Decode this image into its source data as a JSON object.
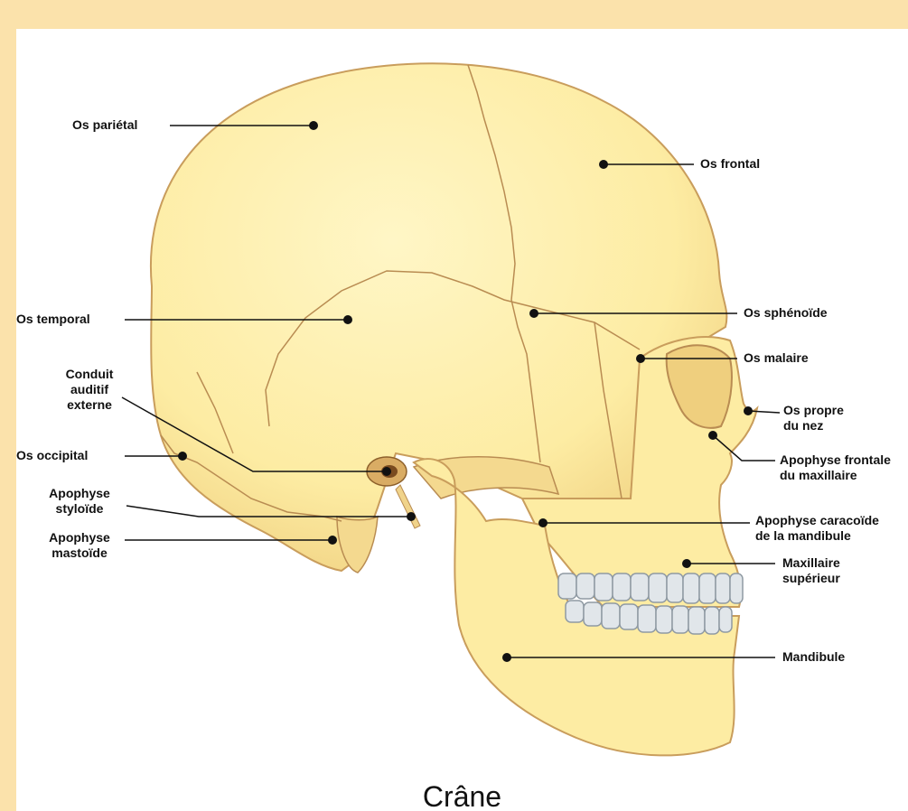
{
  "title": "Crâne",
  "labels": {
    "parietal": "Os pariétal",
    "frontal": "Os frontal",
    "temporal": "Os temporal",
    "sphenoide": "Os sphénoïde",
    "malaire": "Os malaire",
    "conduit": "Conduit\nauditif\nexterne",
    "propre_nez": "Os propre\ndu nez",
    "occipital": "Os occipital",
    "apophyse_frontale": "Apophyse frontale\ndu maxillaire",
    "styloide": "Apophyse\nstyloïde",
    "coronoide": "Apophyse caracoïde\nde la mandibule",
    "mastoide": "Apophyse\nmastoïde",
    "maxillaire": "Maxillaire\nsupérieur",
    "mandibule": "Mandibule"
  },
  "colors": {
    "page_background": "#fbe2ab",
    "panel_background": "#ffffff",
    "bone": "#fdeea6",
    "bone_shade": "#efcf7e",
    "suture": "#b98c52",
    "teeth": "#dfe4e8",
    "leader_line": "#111111"
  }
}
